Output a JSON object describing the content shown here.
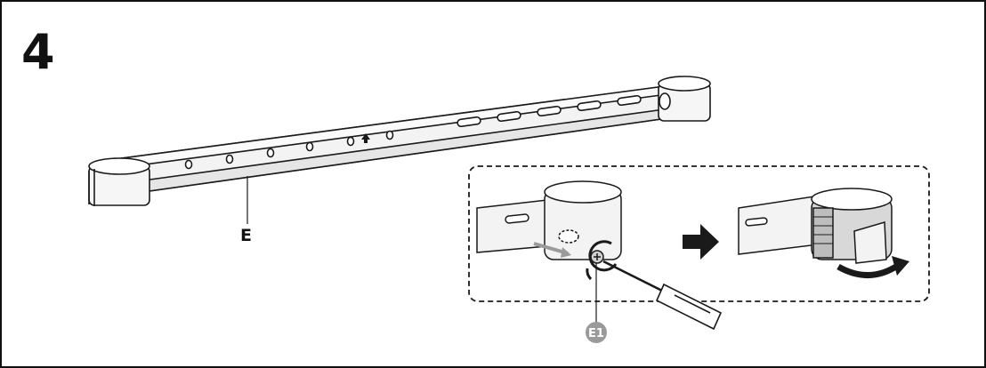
{
  "step": {
    "number": "4"
  },
  "parts": {
    "bracket_label": "E",
    "screw_label": "E1"
  },
  "colors": {
    "line": "#1a1a1a",
    "bracket_fill": "#f3f3f3",
    "callout_badge": "#9a9a9a",
    "arrow": "#1a1a1a"
  }
}
